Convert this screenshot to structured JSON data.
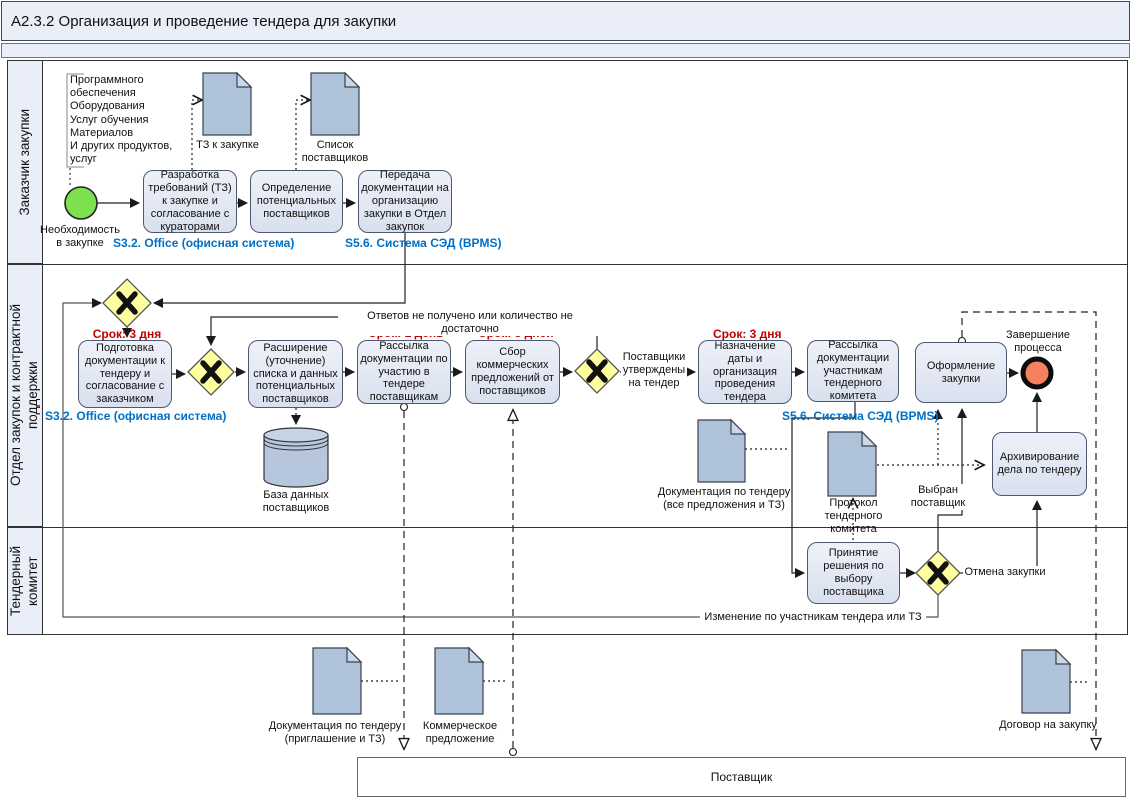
{
  "title": "А2.3.2 Организация и проведение тендера для закупки",
  "lanes": {
    "customer": "Заказчик закупки",
    "procurement": "Отдел закупок и контрактной\nподдержки",
    "committee": "Тендерный\nкомитет"
  },
  "annotation": "Программного\nобеспечения\nОборудования\nУслуг обучения\nМатериалов\nИ других продуктов,\nуслуг",
  "events": {
    "start": "Необходимость\nв закупке",
    "end": "Завершение\nпроцесса"
  },
  "systems": {
    "office_customer": "S3.2. Office (офисная система)",
    "sed_customer": "S5.6. Система СЭД (BPMS)",
    "office_dept": "S3.2. Office (офисная система)",
    "sed_dept": "S5.6. Система СЭД (BPMS)"
  },
  "tasks": {
    "t1": "Разработка требований (ТЗ) к закупке и согласование с кураторами",
    "t2": "Определение потенциальных поставщиков",
    "t3": "Передача документации на организацию закупки в Отдел закупок",
    "t4": "Подготовка документации к тендеру и согласование с заказчиком",
    "t5": "Расширение (уточнение) списка и данных потенциальных поставщиков",
    "t6": "Рассылка документации по участию в тендере поставщикам",
    "t7": "Сбор коммерческих предложений от поставщиков",
    "t8": "Назначение даты и организация проведения тендера",
    "t9": "Рассылка документации участникам тендерного комитета",
    "t10": "Оформление закупки",
    "t11": "Архивирование дела по тендеру",
    "t12": "Принятие решения по выбору поставщика"
  },
  "documents": {
    "d1": "ТЗ к закупке",
    "d2": "Список\nпоставщиков",
    "d3": "Документация по тендеру\n(все предложения и ТЗ)",
    "d4": "Протокол тендерного\nкомитета",
    "d5": "Документация по тендеру\n(приглашение и ТЗ)",
    "d6": "Коммерческое\nпредложение",
    "d7": "Договор на закупку"
  },
  "datastore": "База данных\nпоставщиков",
  "deadlines": {
    "dl1": "Срок: 3 дня",
    "dl2": "Срок: 1 день",
    "dl3": "Срок: 5 дней",
    "dl4": "Срок: 3 дня"
  },
  "flow_labels": {
    "no_answers": "Ответов не получено или количество не достаточно",
    "approved": "Поставщики\nутверждены\nна тендер",
    "chosen": "Выбран\nпоставщик",
    "cancel": "Отмена закупки",
    "change": "Изменение по участникам тендера или ТЗ"
  },
  "supplier": "Поставщик",
  "colors": {
    "lane_fill": "#e9eef8",
    "task_fill": "#dde4f0",
    "document_fill": "#aec2da",
    "gateway_fill": "#ffffa0",
    "start_event": "#7de04f",
    "end_event": "#f4805d",
    "deadline_text": "#c00000",
    "system_text": "#0070c6"
  }
}
